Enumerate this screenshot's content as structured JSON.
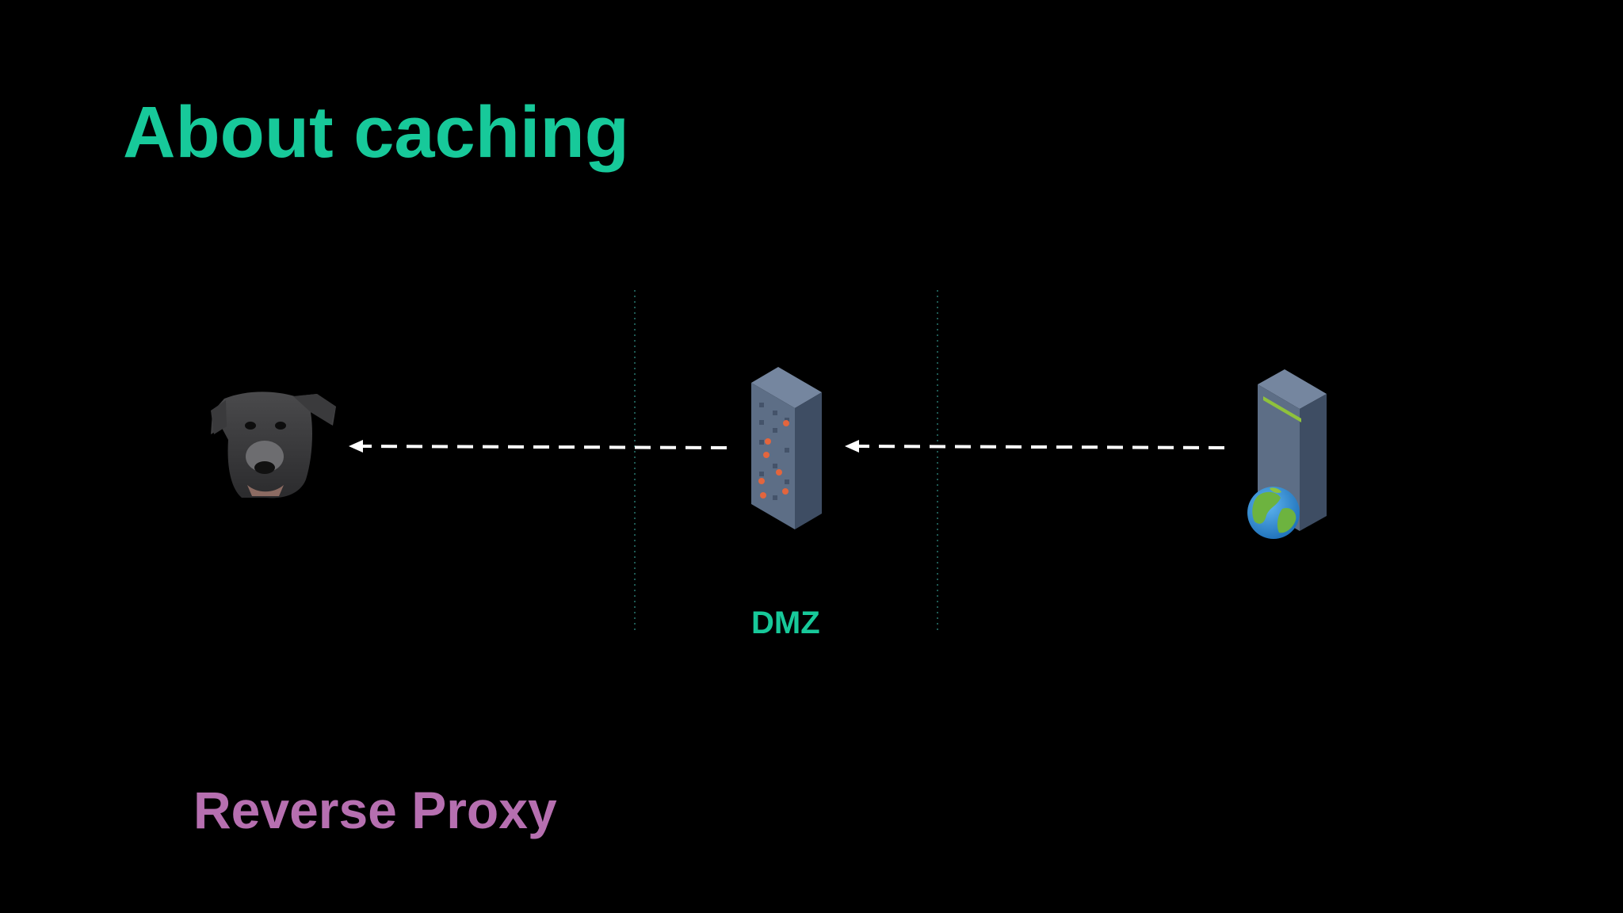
{
  "slide": {
    "title": "About caching",
    "subtitle": "Reverse Proxy"
  },
  "diagram": {
    "zone_label": "DMZ",
    "nodes": [
      {
        "name": "client",
        "icon": "dog-face-icon"
      },
      {
        "name": "reverse-proxy",
        "icon": "server-rack-icon"
      },
      {
        "name": "web-server",
        "icon": "server-globe-icon"
      }
    ],
    "flows": [
      {
        "from": "web-server",
        "to": "reverse-proxy",
        "style": "dashed"
      },
      {
        "from": "reverse-proxy",
        "to": "client",
        "style": "dashed"
      }
    ]
  },
  "colors": {
    "background": "#000000",
    "title": "#17c99a",
    "subtitle": "#b66fb0",
    "zone_label": "#17c99a",
    "zone_boundary": "#1e5a54",
    "arrow": "#ffffff",
    "server_front": "#5d6e86",
    "server_side": "#3e4d63",
    "server_top": "#75869f",
    "server_led": "#e3653d",
    "server_stripe": "#8fc23c"
  }
}
